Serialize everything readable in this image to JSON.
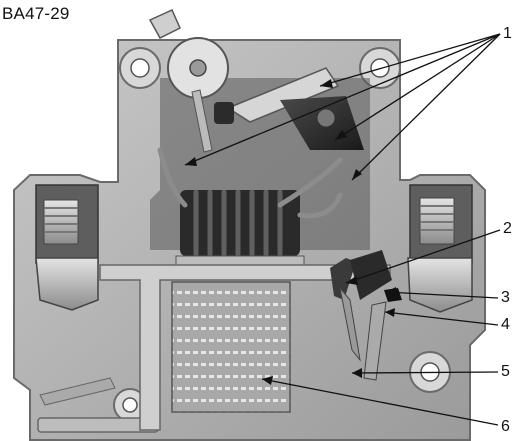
{
  "figure": {
    "title": "BA47-29"
  },
  "callouts": [
    {
      "label": "1"
    },
    {
      "label": "2"
    },
    {
      "label": "3"
    },
    {
      "label": "4"
    },
    {
      "label": "5"
    },
    {
      "label": "6"
    }
  ]
}
